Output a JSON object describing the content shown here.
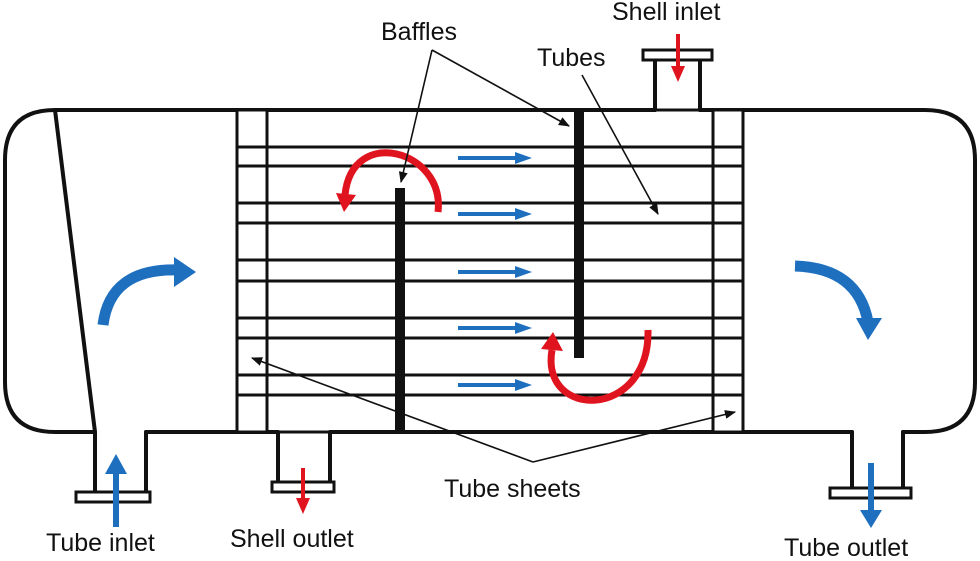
{
  "labels": {
    "shell_inlet": "Shell inlet",
    "baffles": "Baffles",
    "tubes": "Tubes",
    "tube_sheets": "Tube sheets",
    "tube_inlet": "Tube inlet",
    "shell_outlet": "Shell outlet",
    "tube_outlet": "Tube outlet"
  },
  "colors": {
    "outline": "#111111",
    "tube_flow": "#1f6fbf",
    "shell_flow": "#e0141e",
    "background": "#ffffff"
  }
}
